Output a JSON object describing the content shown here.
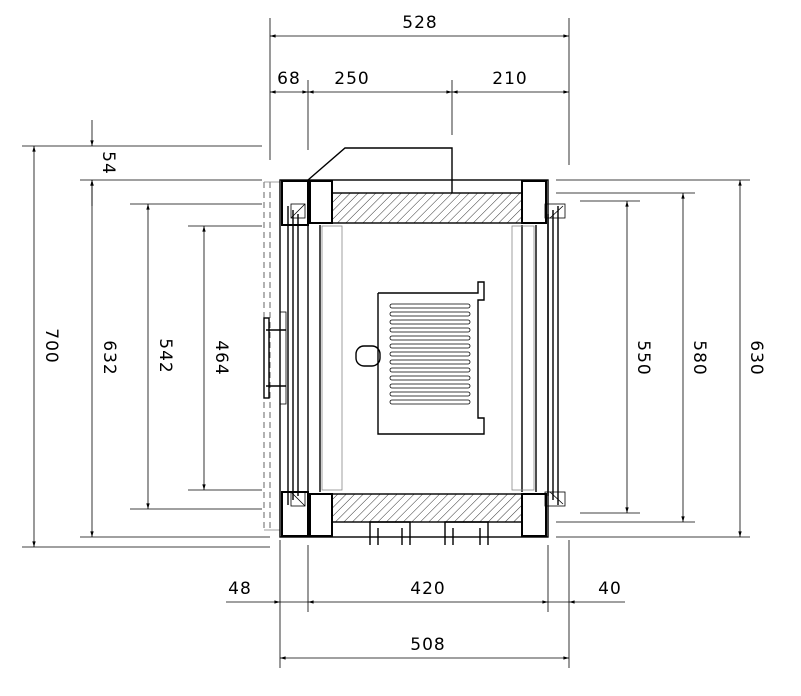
{
  "drawing": {
    "dimensions": {
      "overall_width_top": "528",
      "left_offset_top": "68",
      "middle_top": "250",
      "right_top": "210",
      "top_gap": "54",
      "height_outer_left": "700",
      "height_left_2": "632",
      "height_left_3": "542",
      "height_left_4": "464",
      "height_right_inner": "550",
      "height_right_mid": "580",
      "height_right_outer": "630",
      "bottom_left": "48",
      "bottom_middle": "420",
      "bottom_right": "40",
      "overall_width_bottom": "508"
    }
  },
  "colors": {
    "line": "#000000",
    "hatch": "#000000",
    "hidden": "#888888"
  }
}
